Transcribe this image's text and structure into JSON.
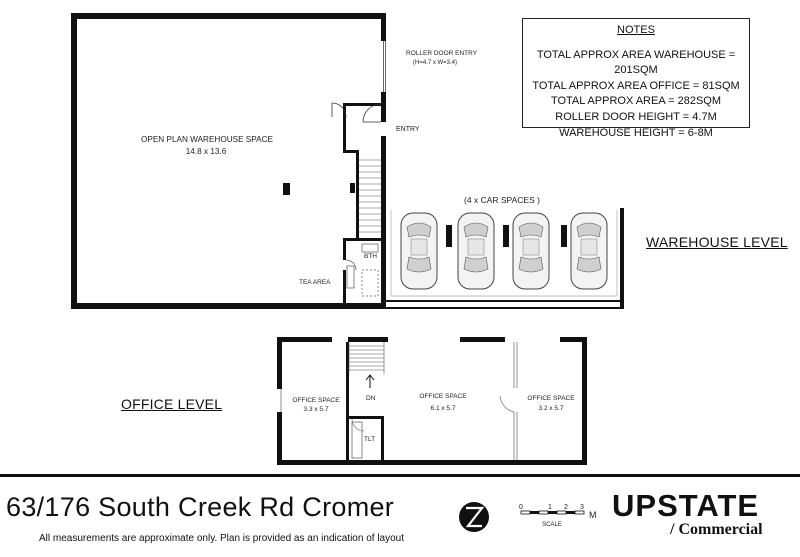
{
  "notes": {
    "heading": "NOTES",
    "lines": [
      "TOTAL APPROX AREA WAREHOUSE = 201SQM",
      "TOTAL APPROX AREA OFFICE = 81SQM",
      "TOTAL APPROX AREA = 282SQM",
      "ROLLER DOOR HEIGHT = 4.7M",
      "WAREHOUSE HEIGHT = 6-8M"
    ]
  },
  "warehouse": {
    "space_label": "OPEN PLAN WAREHOUSE SPACE",
    "space_dims": "14.8 x 13.6",
    "roller_door": "ROLLER DOOR ENTRY",
    "roller_door_dims": "(H=4.7 x W=3.4)",
    "entry": "ENTRY",
    "bath": "BTH",
    "tea": "TEA AREA",
    "car_spaces": "(4 x CAR SPACES )",
    "level_title": "WAREHOUSE LEVEL"
  },
  "office": {
    "level_title": "OFFICE LEVEL",
    "rooms": [
      {
        "name": "OFFICE SPACE",
        "dims": "3.3 x 5.7"
      },
      {
        "name": "OFFICE SPACE",
        "dims": "6.1 x 5.7"
      },
      {
        "name": "OFFICE SPACE",
        "dims": "3.2 x 5.7"
      }
    ],
    "stairs_dn": "DN",
    "toilet": "TLT"
  },
  "footer": {
    "address": "63/176 South Creek Rd Cromer",
    "disclaimer": "All measurements are approximate only. Plan is provided as an indication of layout",
    "scale_ticks": [
      "0",
      "1",
      "2",
      "3"
    ],
    "scale_unit": "M",
    "scale_label": "SCALE",
    "brand": "UPSTATE",
    "brand_sub": "/ Commercial"
  }
}
